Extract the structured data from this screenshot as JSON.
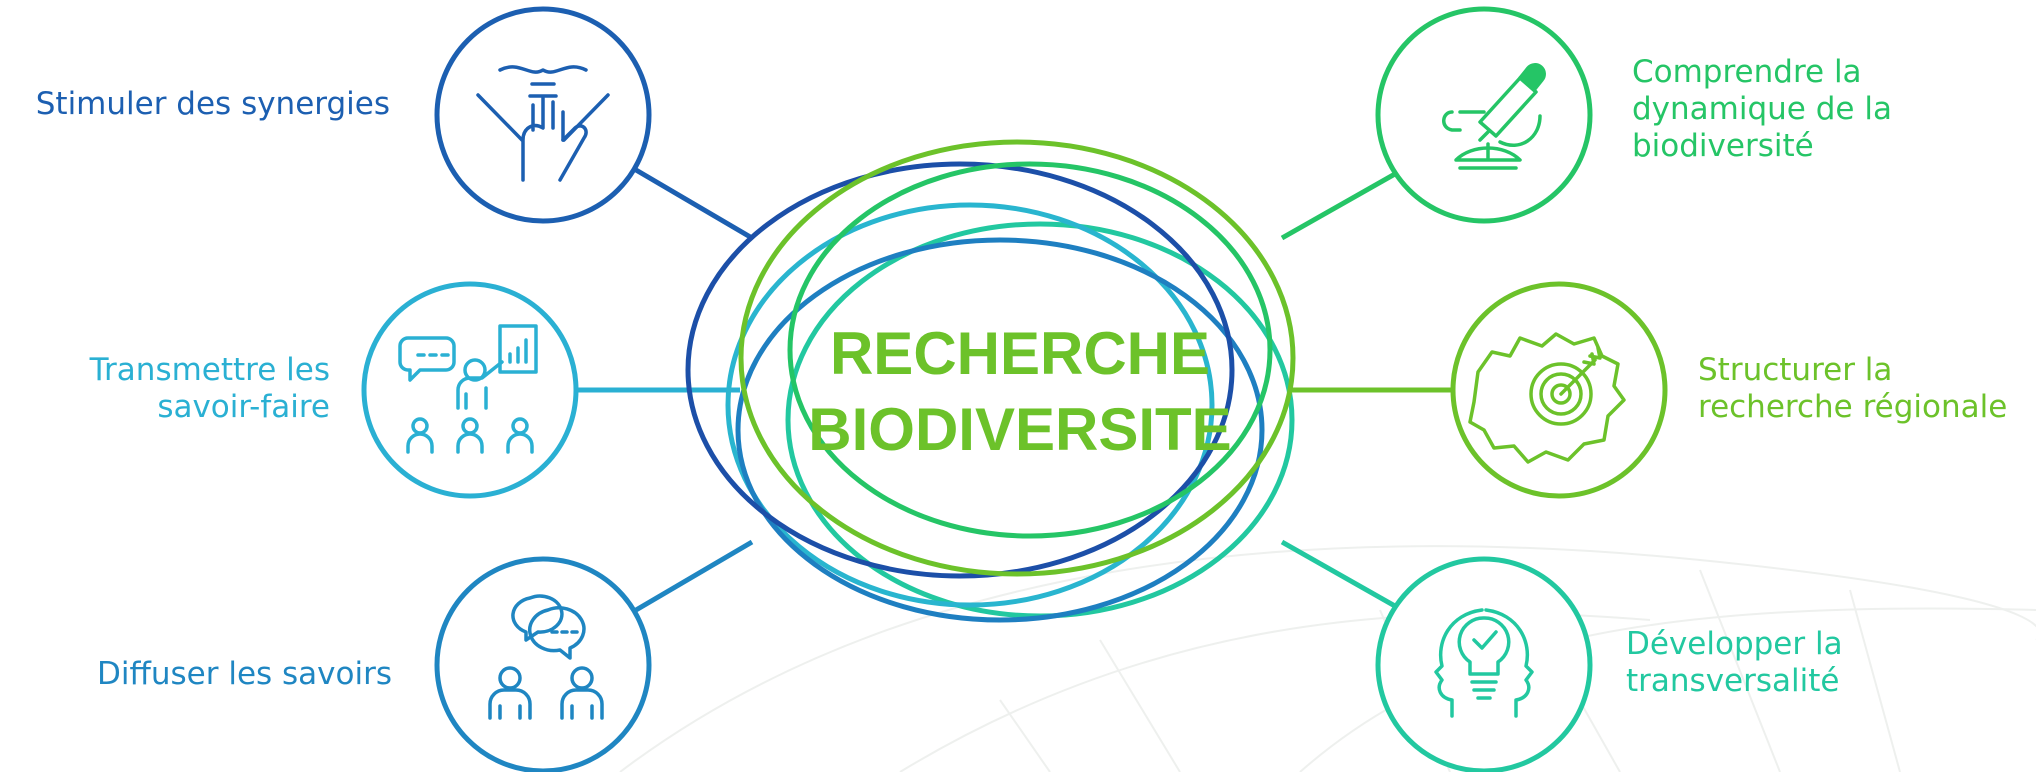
{
  "center": {
    "line1": "RECHERCHE",
    "line2": "BIODIVERSITE",
    "color": "#6cc22a"
  },
  "nodes": [
    {
      "key": "synergies",
      "label": "Stimuler des synergies",
      "icon": "joined-hands-icon",
      "color": "#1c5fb1"
    },
    {
      "key": "transmettre",
      "label": "Transmettre les\nsavoir-faire",
      "icon": "presentation-training-icon",
      "color": "#2ab0d3"
    },
    {
      "key": "diffuser",
      "label": "Diffuser les savoirs",
      "icon": "speech-bubbles-people-icon",
      "color": "#1f86c2"
    },
    {
      "key": "comprendre",
      "label": "Comprendre la\ndynamique de la\nbiodiversité",
      "icon": "microscope-icon",
      "color": "#25c566"
    },
    {
      "key": "structurer",
      "label": "Structurer la\nrecherche régionale",
      "icon": "region-target-icon",
      "color": "#6cc22a"
    },
    {
      "key": "developper",
      "label": "Développer la\ntransversalité",
      "icon": "head-lightbulb-icon",
      "color": "#22c8a0"
    }
  ],
  "colors": {
    "dark_blue": "#1c4fa8",
    "mid_blue": "#1e7fc1",
    "cyan": "#29b5cf",
    "green": "#6cc22a",
    "emerald": "#25c566",
    "teal": "#22c8a0"
  }
}
